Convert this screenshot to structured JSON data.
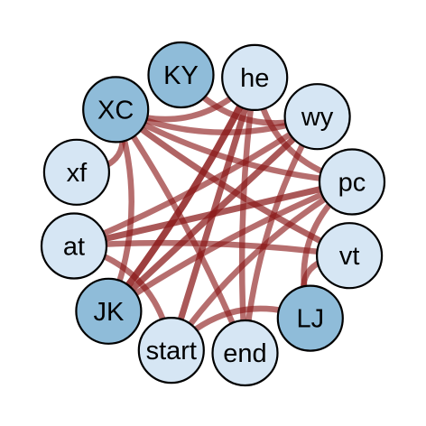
{
  "chart_data": {
    "type": "graph",
    "layout": "circular",
    "colors": {
      "node_light": "#d6e6f4",
      "node_dark": "#8fbcd9",
      "edge": "#8b1a1a"
    },
    "nodes": [
      {
        "id": "KY",
        "label": "KY",
        "shade": "dark"
      },
      {
        "id": "he",
        "label": "he",
        "shade": "light"
      },
      {
        "id": "wy",
        "label": "wy",
        "shade": "light"
      },
      {
        "id": "pc",
        "label": "pc",
        "shade": "light"
      },
      {
        "id": "vt",
        "label": "vt",
        "shade": "light"
      },
      {
        "id": "LJ",
        "label": "LJ",
        "shade": "dark"
      },
      {
        "id": "end",
        "label": "end",
        "shade": "light"
      },
      {
        "id": "start",
        "label": "start",
        "shade": "light"
      },
      {
        "id": "JK",
        "label": "JK",
        "shade": "dark"
      },
      {
        "id": "at",
        "label": "at",
        "shade": "light"
      },
      {
        "id": "xf",
        "label": "xf",
        "shade": "light"
      },
      {
        "id": "XC",
        "label": "XC",
        "shade": "dark"
      }
    ],
    "edges": [
      {
        "source": "XC",
        "target": "xf",
        "weight": 0.5
      },
      {
        "source": "KY",
        "target": "wy",
        "weight": 0.5
      },
      {
        "source": "he",
        "target": "pc",
        "weight": 0.5
      },
      {
        "source": "he",
        "target": "JK",
        "weight": 0.9
      },
      {
        "source": "he",
        "target": "start",
        "weight": 0.7
      },
      {
        "source": "he",
        "target": "end",
        "weight": 0.5
      },
      {
        "source": "he",
        "target": "XC",
        "weight": 0.5
      },
      {
        "source": "wy",
        "target": "XC",
        "weight": 0.5
      },
      {
        "source": "wy",
        "target": "at",
        "weight": 0.5
      },
      {
        "source": "wy",
        "target": "JK",
        "weight": 0.7
      },
      {
        "source": "wy",
        "target": "end",
        "weight": 0.5
      },
      {
        "source": "pc",
        "target": "at",
        "weight": 0.7
      },
      {
        "source": "pc",
        "target": "JK",
        "weight": 0.5
      },
      {
        "source": "pc",
        "target": "XC",
        "weight": 0.5
      },
      {
        "source": "pc",
        "target": "LJ",
        "weight": 0.5
      },
      {
        "source": "pc",
        "target": "start",
        "weight": 0.5
      },
      {
        "source": "vt",
        "target": "at",
        "weight": 0.5
      },
      {
        "source": "vt",
        "target": "XC",
        "weight": 0.6
      },
      {
        "source": "vt",
        "target": "LJ",
        "weight": 0.5
      },
      {
        "source": "LJ",
        "target": "start",
        "weight": 0.5
      },
      {
        "source": "end",
        "target": "XC",
        "weight": 0.5
      },
      {
        "source": "start",
        "target": "at",
        "weight": 0.5
      },
      {
        "source": "JK",
        "target": "XC",
        "weight": 0.5
      }
    ]
  }
}
